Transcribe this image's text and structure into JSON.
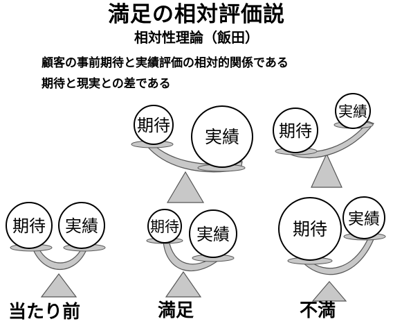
{
  "title": "満足の相対評価説",
  "subtitle": "相対性理論（飯田）",
  "lines": [
    "顧客の事前期待と実績評価の相対的関係である",
    "期待と現実との差である"
  ],
  "scales": [
    {
      "id": "top-left",
      "expectation": "期待",
      "performance": "実績"
    },
    {
      "id": "top-right",
      "expectation": "期待",
      "performance": "実績"
    },
    {
      "id": "atarimae",
      "expectation": "期待",
      "performance": "実績"
    },
    {
      "id": "manzoku",
      "expectation": "期待",
      "performance": "実績"
    },
    {
      "id": "fuman",
      "expectation": "期待",
      "performance": "実績"
    }
  ],
  "captions": {
    "atarimae": "当たり前",
    "manzoku": "満足",
    "fuman": "不満"
  }
}
